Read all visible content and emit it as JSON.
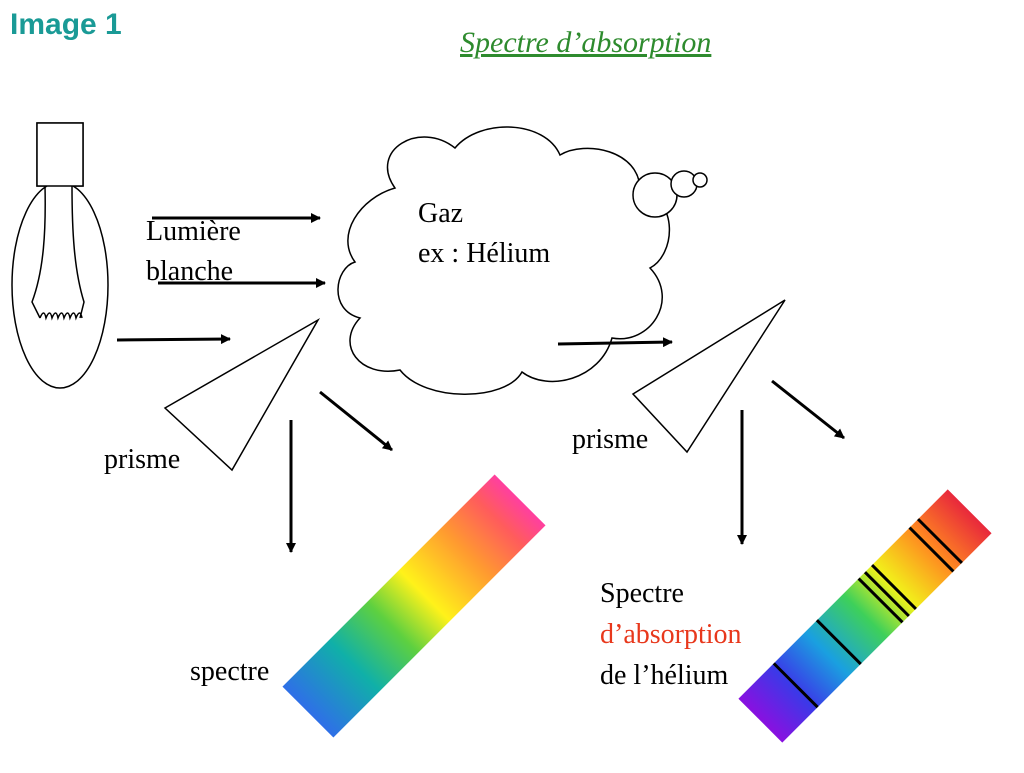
{
  "slide_label": "Image 1",
  "title": "Spectre d’absorption",
  "labels": {
    "white_light_1": "Lumière",
    "white_light_2": "blanche",
    "gas_1": "Gaz",
    "gas_2": "ex : Hélium",
    "prism_left": "prisme",
    "prism_right": "prisme",
    "spectrum": "spectre",
    "abs_1": "Spectre",
    "abs_2": "d’absorption",
    "abs_3": "de l’hélium"
  },
  "colors": {
    "title": "#2e8b2e",
    "slide_label": "#1a9a96",
    "highlight": "#e8381c"
  }
}
